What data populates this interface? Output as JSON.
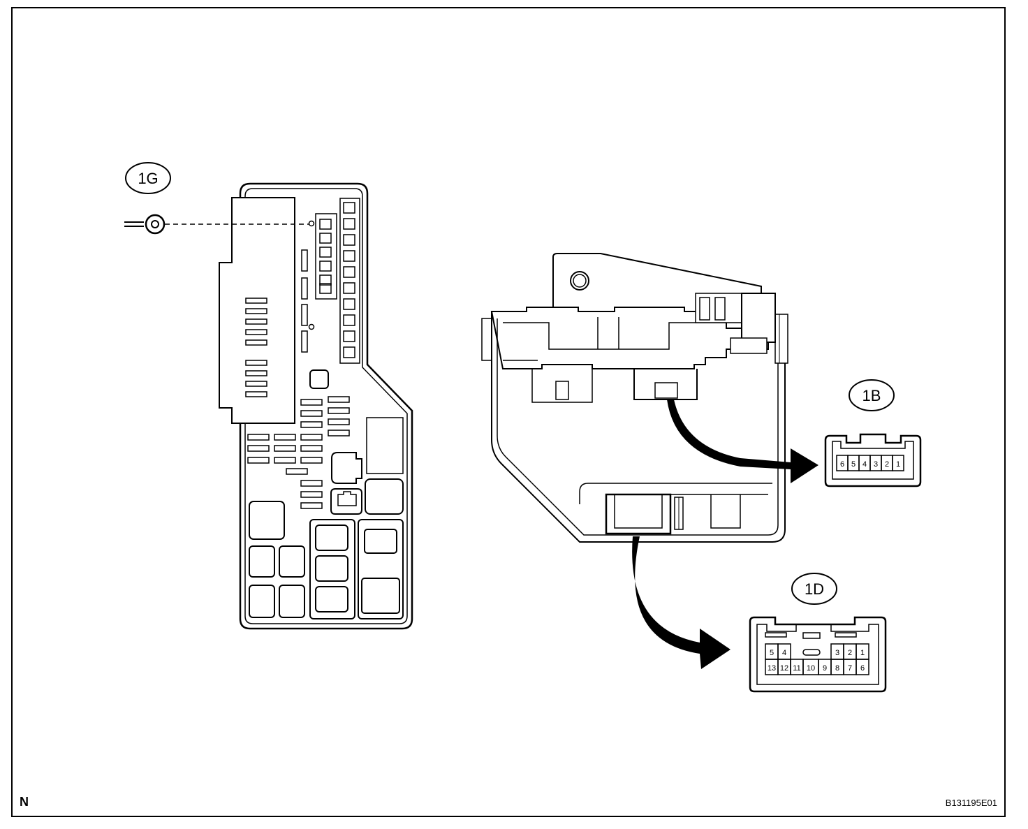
{
  "labels": {
    "g1": "1G",
    "b1": "1B",
    "d1": "1D"
  },
  "connector_1b": {
    "pins": [
      "6",
      "5",
      "4",
      "3",
      "2",
      "1"
    ]
  },
  "connector_1d": {
    "top_left": [
      "5",
      "4"
    ],
    "top_right": [
      "3",
      "2",
      "1"
    ],
    "bottom": [
      "13",
      "12",
      "11",
      "10",
      "9",
      "8",
      "7",
      "6"
    ]
  },
  "footer": {
    "corner_mark": "N",
    "figure_code": "B131195E01"
  },
  "colors": {
    "ink": "#000000",
    "paper": "#ffffff"
  }
}
